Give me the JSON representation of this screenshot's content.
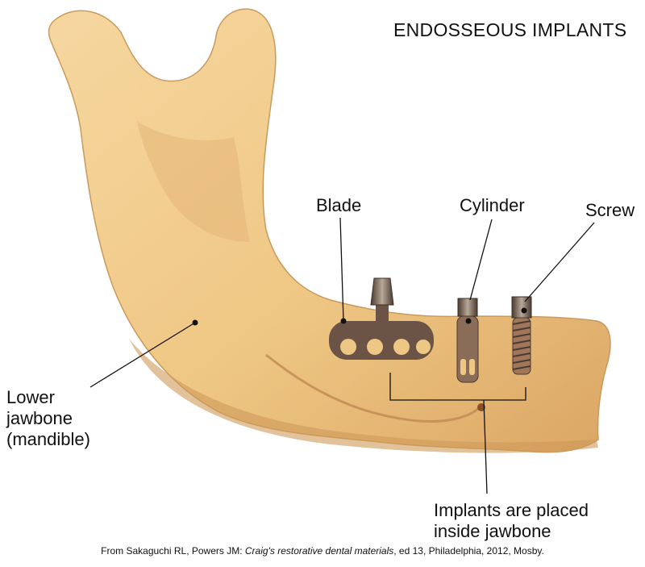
{
  "title": "ENDOSSEOUS IMPLANTS",
  "labels": {
    "blade": "Blade",
    "cylinder": "Cylinder",
    "screw": "Screw",
    "jawbone_line1": "Lower",
    "jawbone_line2": "jawbone",
    "jawbone_line3": "(mandible)",
    "placement_line1": "Implants are placed",
    "placement_line2": "inside jawbone"
  },
  "credit": {
    "prefix": "From Sakaguchi RL, Powers JM: ",
    "book": "Craig's restorative dental materials",
    "suffix": ", ed 13, Philadelphia, 2012, Mosby."
  },
  "colors": {
    "bone": "#f0c98a",
    "bone_shadow": "#d9a865",
    "implant": "#6b5346",
    "line": "#111111"
  }
}
